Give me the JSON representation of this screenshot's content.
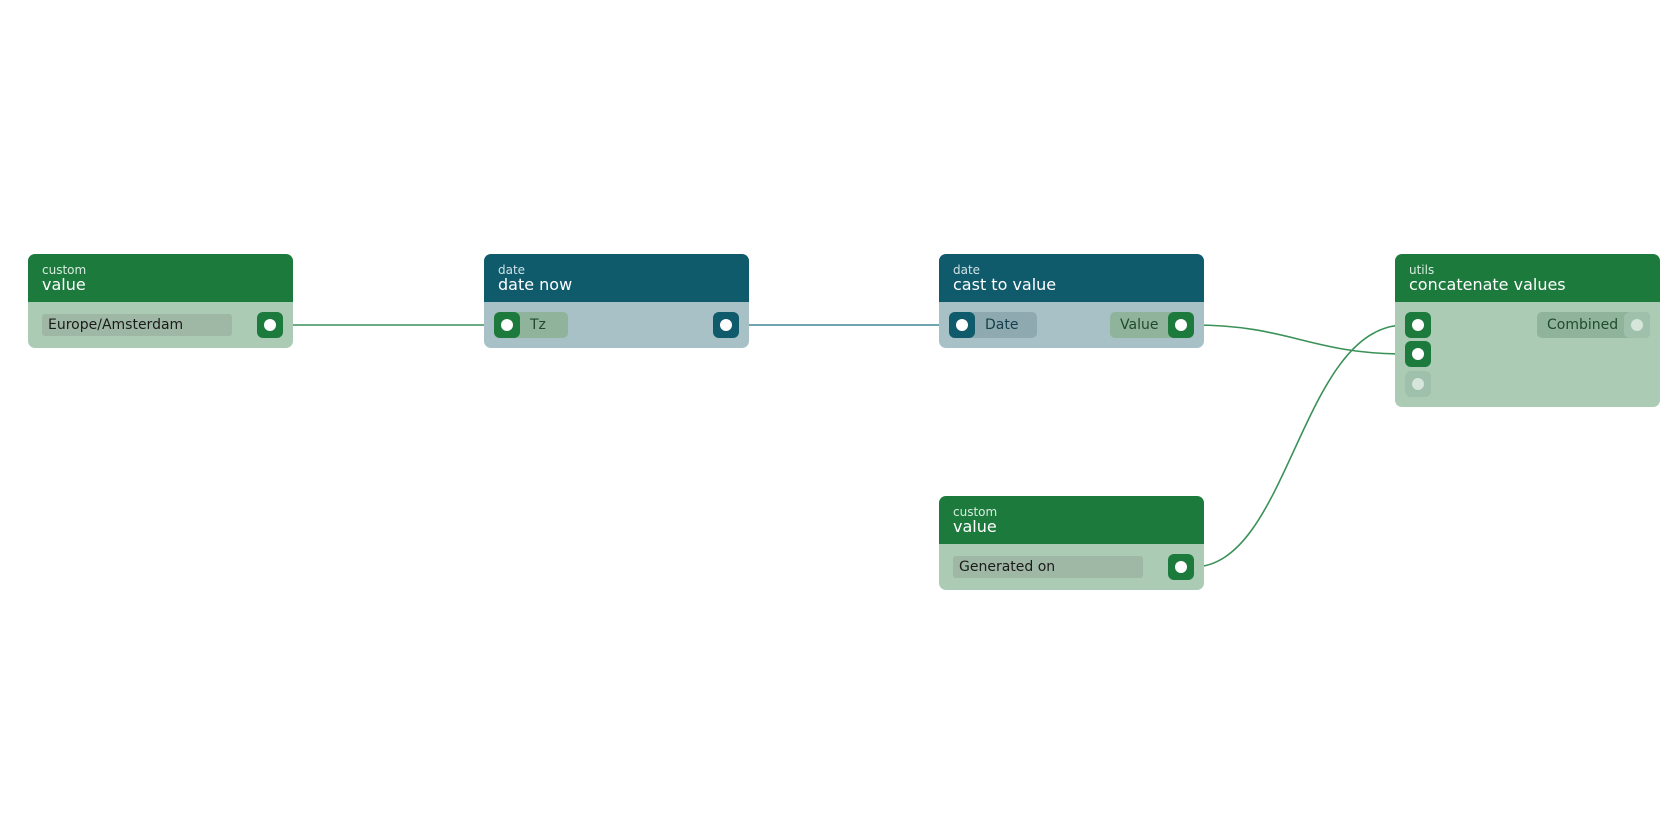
{
  "nodes": {
    "value_tz": {
      "category": "custom",
      "title": "value",
      "value": "Europe/Amsterdam"
    },
    "date_now": {
      "category": "date",
      "title": "date now",
      "input_label": "Tz"
    },
    "cast": {
      "category": "date",
      "title": "cast to value",
      "input_label": "Date",
      "output_label": "Value"
    },
    "concat": {
      "category": "utils",
      "title": "concatenate values",
      "output_label": "Combined"
    },
    "value_text": {
      "category": "custom",
      "title": "value",
      "value": "Generated on"
    }
  },
  "colors": {
    "green_header": "#1d7a3d",
    "green_body": "#abcbb5",
    "blue_header": "#0f5a6b",
    "blue_body": "#a7c1c6",
    "wire_green": "#3a9158",
    "wire_blue": "#3f8796"
  },
  "icons": {
    "port": "circle-port-icon"
  }
}
